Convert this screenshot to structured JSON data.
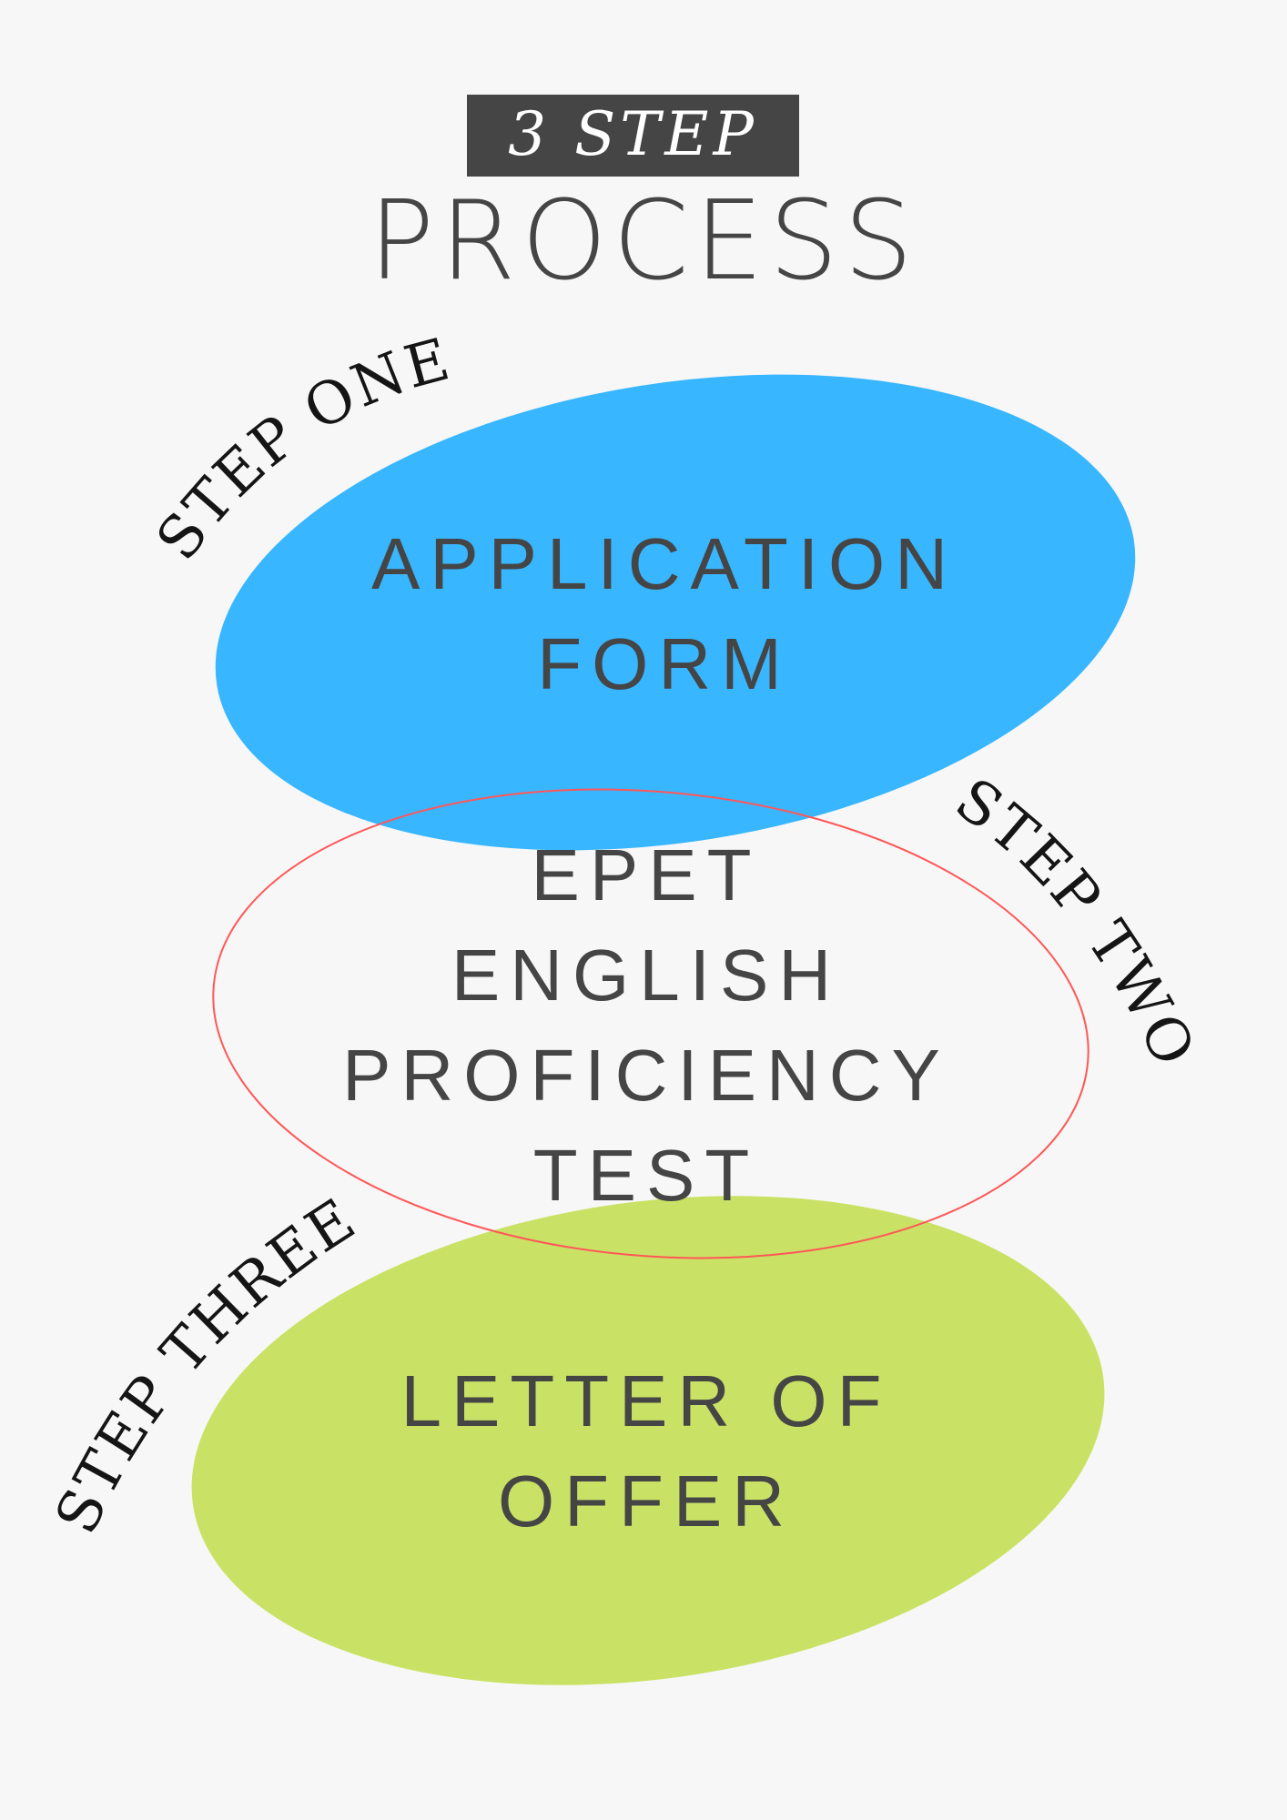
{
  "header": {
    "badge": "3 STEP",
    "title": "PROCESS"
  },
  "steps": [
    {
      "label": "STEP ONE",
      "lines": [
        "APPLICATION",
        "FORM"
      ],
      "color": "#38b6ff"
    },
    {
      "label": "STEP TWO",
      "lines": [
        "EPET",
        "ENGLISH",
        "PROFICIENCY",
        "TEST"
      ],
      "color": "#ff5757"
    },
    {
      "label": "STEP THREE",
      "lines": [
        "LETTER OF",
        "OFFER"
      ],
      "color": "#c9e265"
    }
  ],
  "colors": {
    "background": "#f7f7f7",
    "badge": "#454545",
    "text": "#454545"
  }
}
